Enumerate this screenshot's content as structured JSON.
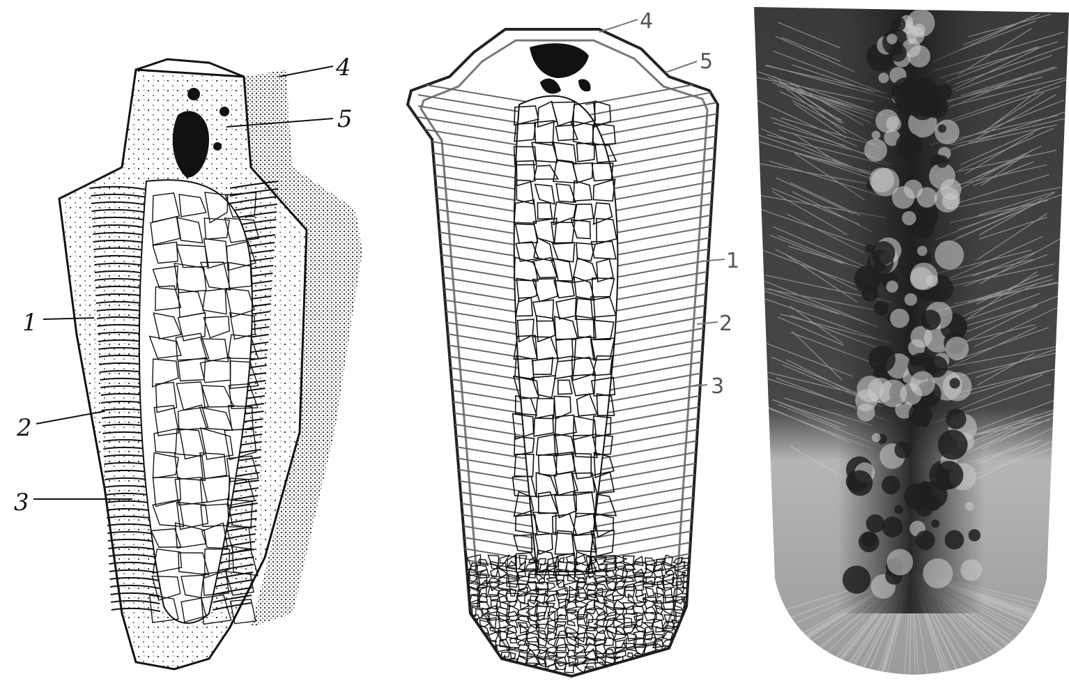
{
  "figure": {
    "left_panel": {
      "labels": [
        "1",
        "2",
        "3",
        "4",
        "5"
      ]
    },
    "middle_panel": {
      "labels": [
        "1",
        "2",
        "3",
        "4",
        "5"
      ]
    },
    "right_panel": {}
  },
  "colors": {
    "ink": "#111111",
    "paper": "#ffffff",
    "photo_dark": "#1e1e1e",
    "photo_mid": "#6b6b6b",
    "photo_light": "#c9c9c9"
  }
}
